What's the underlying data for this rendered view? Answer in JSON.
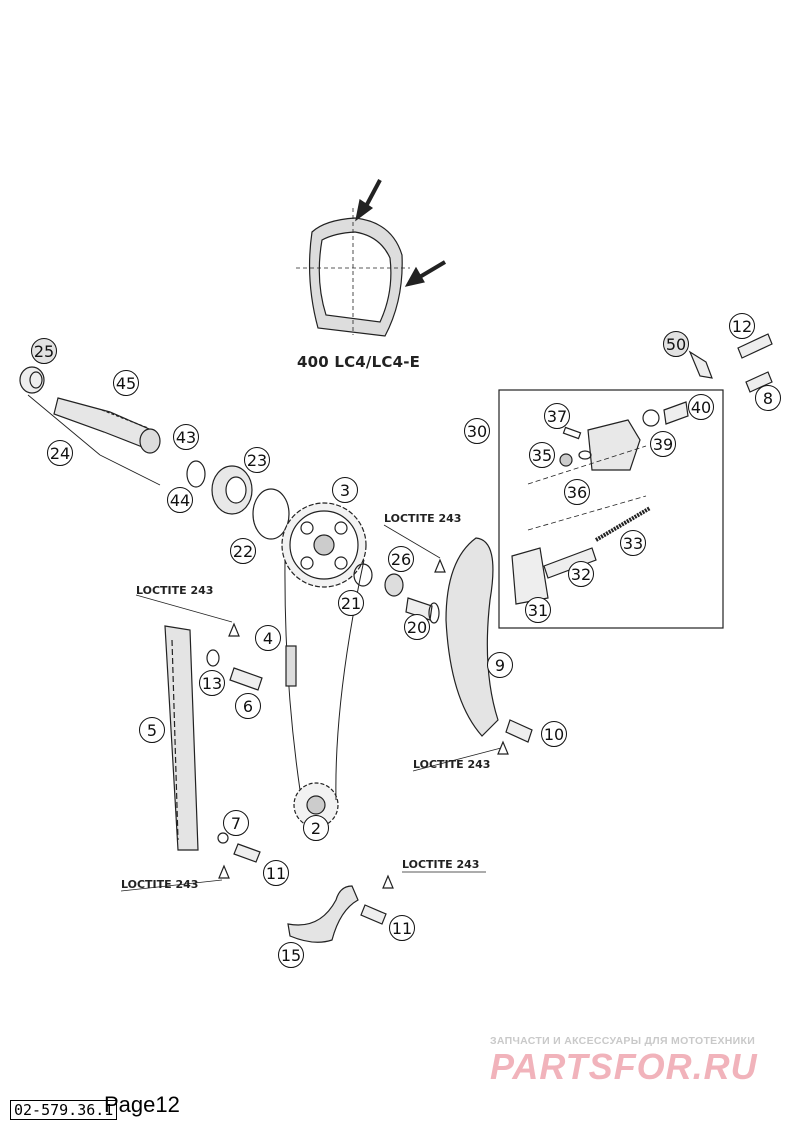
{
  "figure": {
    "model_label": "400 LC4/LC4-E",
    "loctite_label": "LOCTITE 243"
  },
  "callouts": [
    "2",
    "3",
    "4",
    "5",
    "6",
    "7",
    "8",
    "9",
    "10",
    "11",
    "11",
    "12",
    "13",
    "15",
    "20",
    "21",
    "22",
    "23",
    "24",
    "25",
    "26",
    "30",
    "31",
    "32",
    "33",
    "35",
    "36",
    "37",
    "39",
    "40",
    "43",
    "44",
    "45",
    "50"
  ],
  "footer": {
    "page": "Page12",
    "doc_code": "02-579.36.1"
  },
  "watermark": {
    "tagline": "ЗАПЧАСТИ И АКСЕССУАРЫ ДЛЯ МОТОТЕХНИКИ",
    "brand": "PARTSFOR.RU"
  }
}
